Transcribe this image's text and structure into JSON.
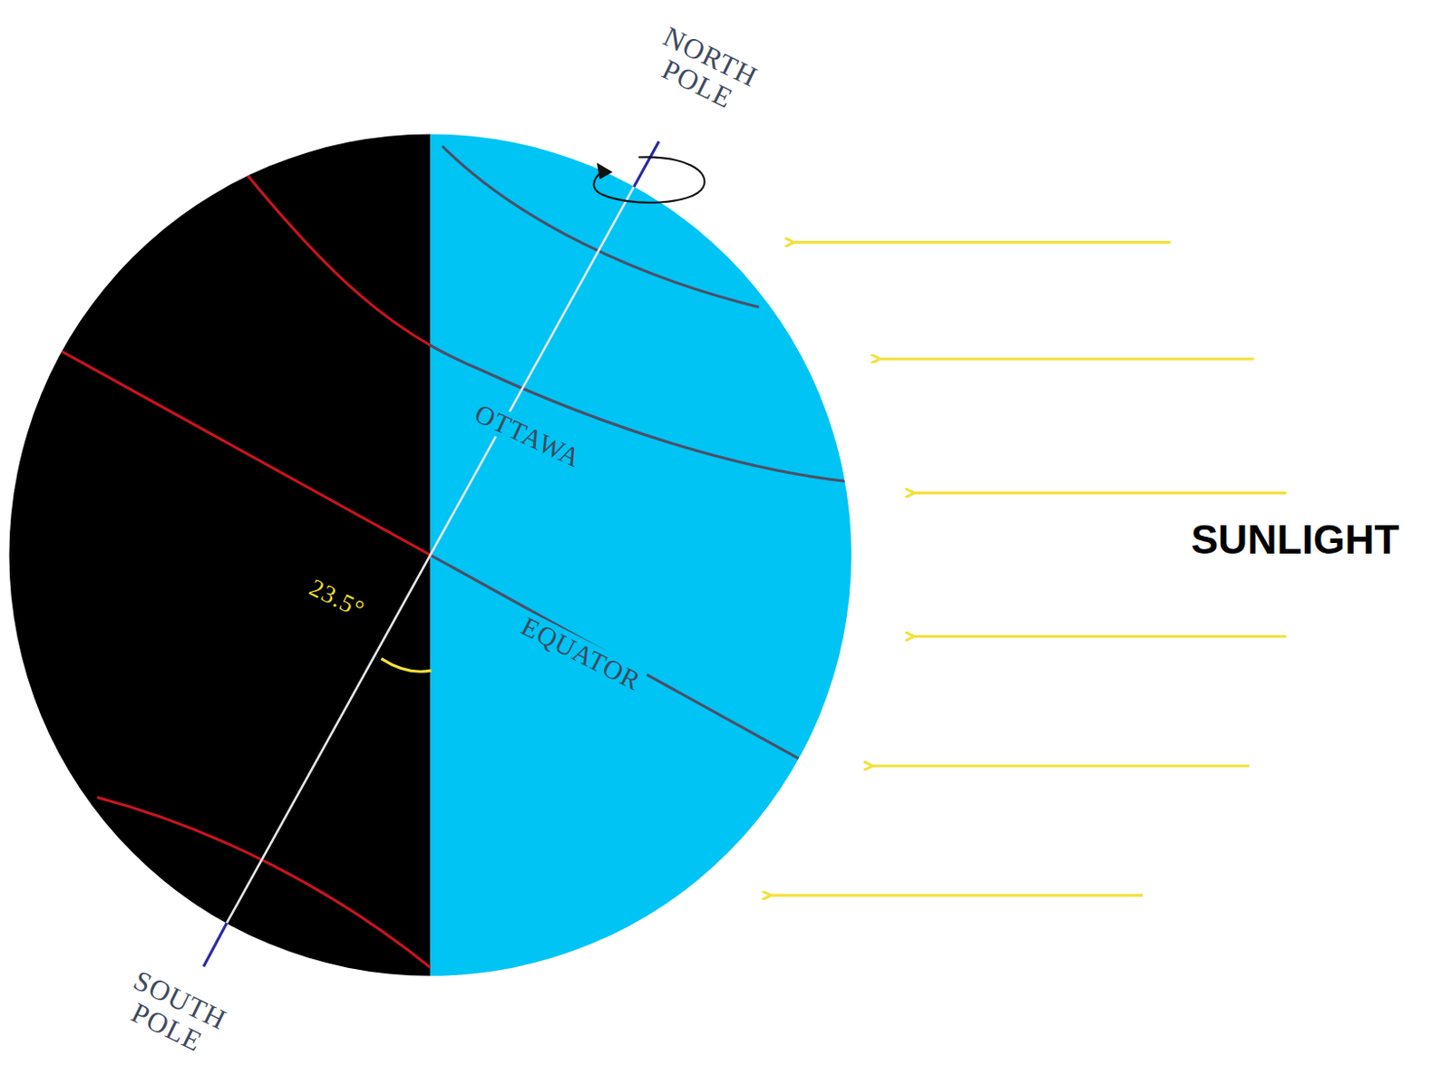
{
  "diagram": {
    "labels": [
      "NORTH POLE",
      "SOUTH POLE",
      "OTTAWA",
      "EQUATOR",
      "23.5°",
      "SUNLIGHT"
    ]
  }
}
